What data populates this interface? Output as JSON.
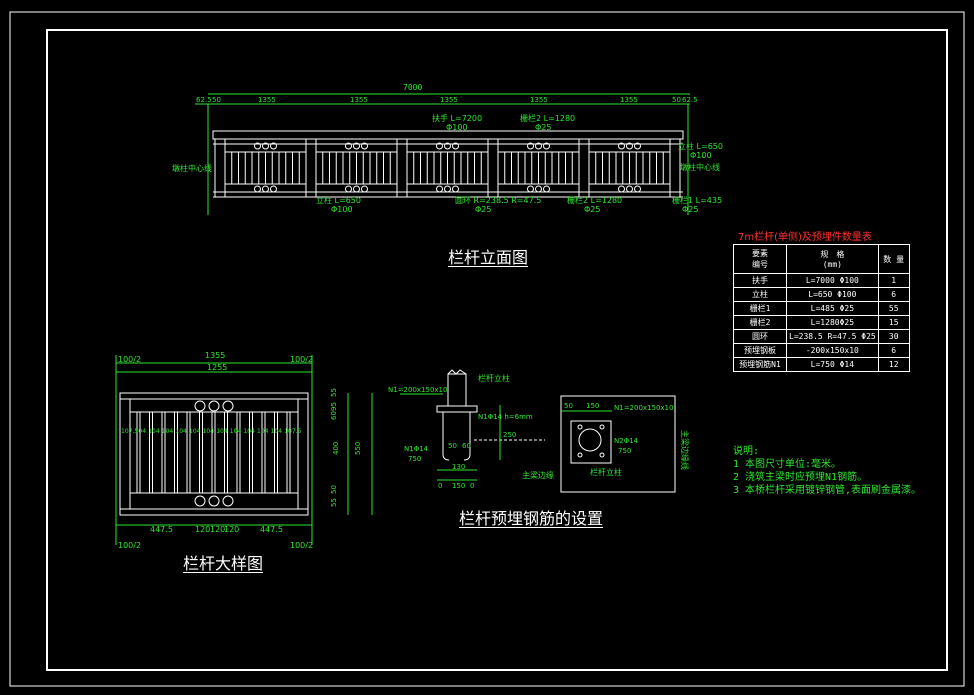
{
  "titles": {
    "elevation": "栏杆立面图",
    "detail": "栏杆大样图",
    "embed": "栏杆预埋钢筋的设置"
  },
  "elevation": {
    "total_dim": "7000",
    "seg_dims": [
      "62.5",
      "50",
      "1355",
      "1355",
      "1355",
      "1355",
      "1355",
      "50",
      "62.5"
    ],
    "post_label_left": "墩柱中心线",
    "post_label_right": "墩柱中心线",
    "callouts": {
      "handrail": "扶手  L=7200",
      "handrail_dia": "Φ100",
      "bar2": "栅栏2  L=1280",
      "bar2_dia": "Φ25",
      "post_top_right": "立柱  L=650",
      "post_top_right_dia": "Φ100",
      "post_bottom": "立柱  L=650",
      "post_bottom_dia": "Φ100",
      "ring": "圆环 R=238.5 R=47.5",
      "ring_dia": "Φ25",
      "bar2b": "栅栏2  L=1280",
      "bar2b_dia": "Φ25",
      "bar1": "栅栏1  L=435",
      "bar1_dia": "Φ25"
    }
  },
  "quantity_table": {
    "title": "7m栏杆(单侧)及预埋件数量表",
    "headers": [
      "要素\n编号",
      "规　格\n(mm)",
      "数 量"
    ],
    "rows": [
      [
        "扶手",
        "L=7000  Φ100",
        "1"
      ],
      [
        "立柱",
        "L=650  Φ100",
        "6"
      ],
      [
        "栅栏1",
        "L=485  Φ25",
        "55"
      ],
      [
        "栅栏2",
        "L=1280Φ25",
        "15"
      ],
      [
        "圆环",
        "L=238.5 R=47.5  Φ25",
        "30"
      ],
      [
        "预埋钢板",
        "-200x150x10",
        "6"
      ],
      [
        "预埋钢筋N1",
        "L=750  Φ14",
        "12"
      ]
    ]
  },
  "detail": {
    "top_dims": [
      "100/2",
      "1355",
      "100/2"
    ],
    "inner_dim": "1255",
    "spacing_labels": [
      "107.5",
      "104",
      "104",
      "104",
      "104",
      "104",
      "104",
      "104",
      "104",
      "104",
      "104",
      "104",
      "107.5"
    ],
    "bottom_dims": [
      "447.5",
      "120",
      "120",
      "120",
      "447.5"
    ],
    "foot_dims": [
      "100/2",
      "100/2"
    ],
    "right_dims": [
      "55",
      "95",
      "60",
      "400",
      "50",
      "55",
      "550"
    ]
  },
  "embed": {
    "plate_label": "N1=200x150x10",
    "post_label": "栏杆立柱",
    "weld_label": "N1Φ14  h=6mm",
    "rebar_label": "N1Φ14",
    "rebar_len": "750",
    "dims_bottom": [
      "130",
      "0",
      "150",
      "0"
    ],
    "dims_small": [
      "50",
      "60"
    ],
    "dim_vertical": "250",
    "beam_label": "主梁边缘",
    "plan_dims": [
      "50",
      "150"
    ],
    "plan_plate": "N1=200x150x10",
    "plan_rebar": "N2Φ14",
    "plan_rebar_len": "750",
    "plan_post": "栏杆立柱",
    "plan_edge": "主梁边缘线"
  },
  "notes": {
    "heading": "说明:",
    "lines": [
      "1  本图尺寸单位:毫米。",
      "2  浇筑主梁时应预埋N1钢筋。",
      "3  本桥栏杆采用镀锌钢管,表面刷金属漆。"
    ]
  },
  "colors": {
    "background": "#000000",
    "frame": "#ffffff",
    "dimension": "#2ee62e",
    "drawing": "#ffffff",
    "table_title": "#ff3030"
  }
}
